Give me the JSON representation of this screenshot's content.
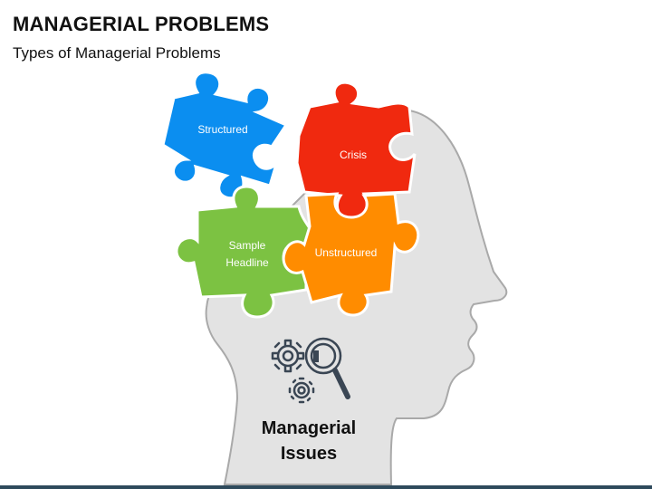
{
  "slide": {
    "title": "MANAGERIAL PROBLEMS",
    "subtitle": "Types of Managerial Problems"
  },
  "puzzle_pieces": [
    {
      "label": "Structured",
      "color": "#0b8ef0"
    },
    {
      "label": "Crisis",
      "color": "#f0290f"
    },
    {
      "label": "Sample\nHeadline",
      "color": "#7cc242"
    },
    {
      "label": "Unstructured",
      "color": "#ff8c00"
    }
  ],
  "head": {
    "fill": "#e3e3e3",
    "outline": "#a9a9a9",
    "label_line1": "Managerial",
    "label_line2": "Issues",
    "icon": "gears-magnifier-icon"
  },
  "colors": {
    "bottom_bar": "#2e4a5c",
    "icon_stroke": "#3a4654"
  }
}
